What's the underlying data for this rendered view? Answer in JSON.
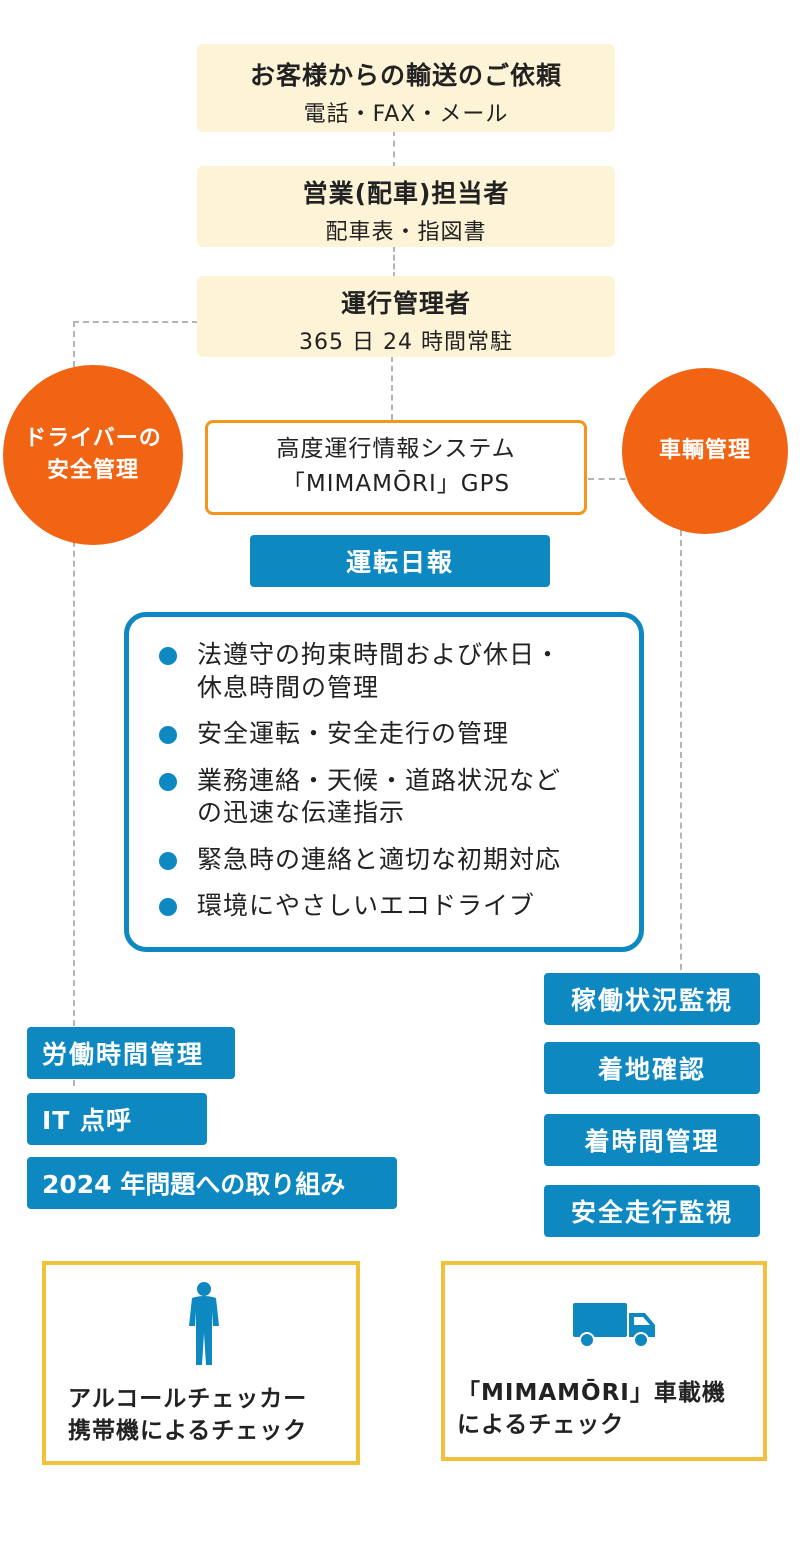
{
  "request": {
    "title": "お客様からの輸送のご依頼",
    "sub": "電話・FAX・メール"
  },
  "sales": {
    "title": "営業(配車)担当者",
    "sub": "配車表・指図書"
  },
  "operation": {
    "title": "運行管理者",
    "sub": "365 日 24 時間常駐"
  },
  "driver_circle": {
    "line1": "ドライバーの",
    "line2": "安全管理"
  },
  "vehicle_circle": {
    "label": "車輌管理"
  },
  "gps": {
    "line1": "高度運行情報システム",
    "line2": "「MIMAMŌRI」GPS"
  },
  "daily_report": "運転日報",
  "bullets": [
    {
      "line1": "法遵守の拘束時間および休日・",
      "line2": "休息時間の管理"
    },
    {
      "line1": "安全運転・安全走行の管理",
      "line2": ""
    },
    {
      "line1": "業務連絡・天候・道路状況など",
      "line2": "の迅速な伝達指示"
    },
    {
      "line1": "緊急時の連絡と適切な初期対応",
      "line2": ""
    },
    {
      "line1": "環境にやさしいエコドライブ",
      "line2": ""
    }
  ],
  "left_tags": [
    "労働時間管理",
    "IT 点呼",
    "2024 年問題への取り組み"
  ],
  "right_tags": [
    "稼働状況監視",
    "着地確認",
    "着時間管理",
    "安全走行監視"
  ],
  "alcohol_box": {
    "icon": "person-icon",
    "line1": "アルコールチェッカー",
    "line2": "携帯機によるチェック"
  },
  "truck_box": {
    "icon": "truck-icon",
    "line1": "「MIMAMŌRI」車載機",
    "line2": "によるチェック"
  },
  "colors": {
    "orange": "#f06414",
    "blue": "#0e88c0",
    "cream": "#fdf3d6",
    "yellow": "#f0c23a",
    "gps_border": "#f2961e"
  }
}
